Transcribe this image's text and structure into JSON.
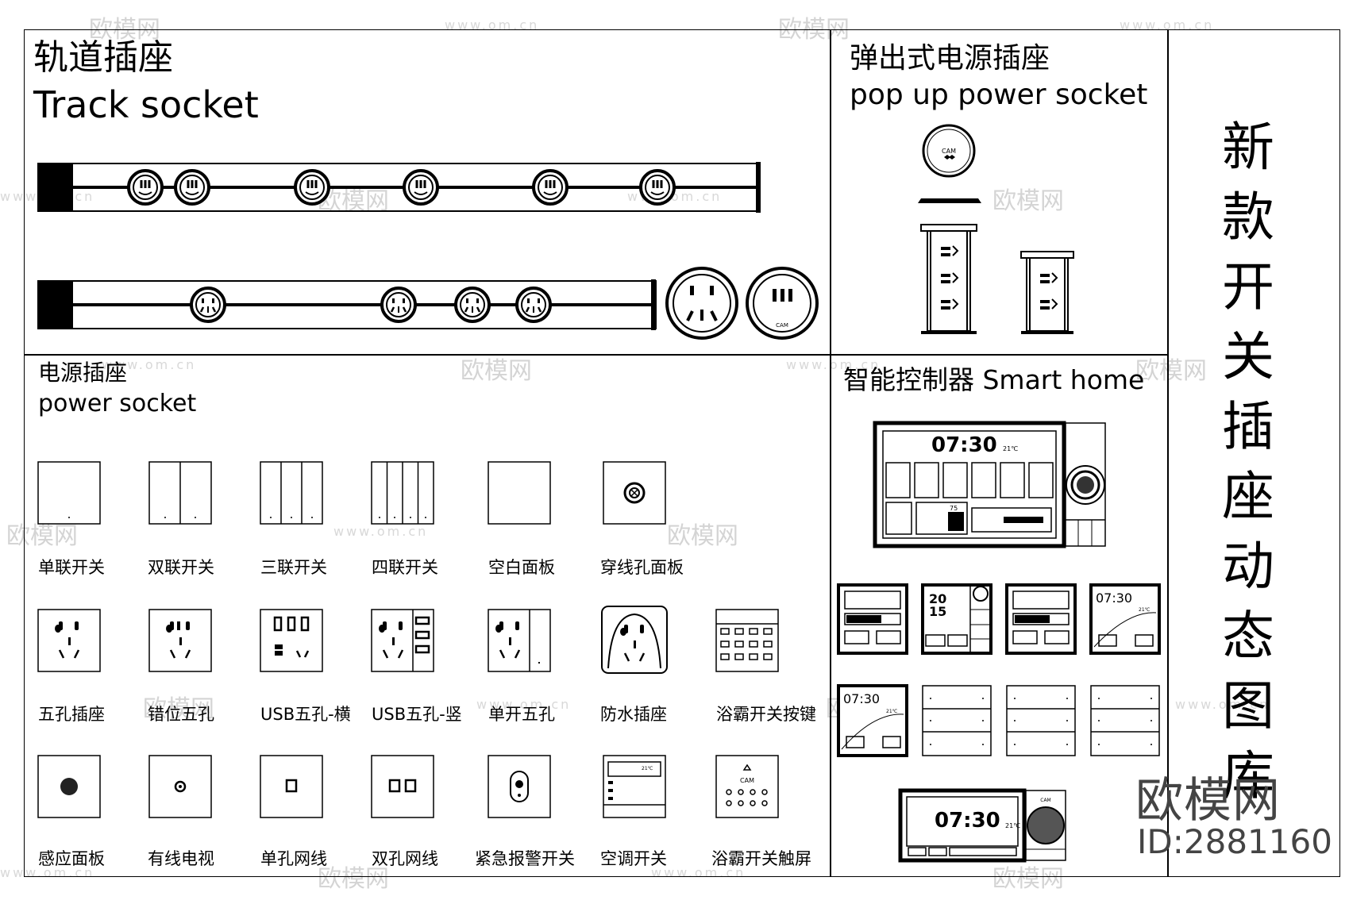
{
  "main_title": {
    "cn": "新款开关插座动态图库"
  },
  "brand": {
    "name": "欧模网",
    "id": "ID:2881160"
  },
  "watermark": {
    "text": "欧模网",
    "url": "www.om.cn"
  },
  "sections": {
    "track": {
      "cn": "轨道插座",
      "en": "Track socket"
    },
    "popup": {
      "cn": "弹出式电源插座",
      "en": "pop up power socket"
    },
    "power": {
      "cn": "电源插座",
      "en": "power socket"
    },
    "smart": {
      "title": "智能控制器 Smart home"
    }
  },
  "power_labels": {
    "row1": [
      "单联开关",
      "双联开关",
      "三联开关",
      "四联开关",
      "空白面板",
      "穿线孔面板"
    ],
    "row2": [
      "五孔插座",
      "错位五孔",
      "USB五孔-横",
      "USB五孔-竖",
      "单开五孔",
      "防水插座",
      "浴霸开关按键"
    ],
    "row3": [
      "感应面板",
      "有线电视",
      "单孔网线",
      "双孔网线",
      "紧急报警开关",
      "空调开关",
      "浴霸开关触屏"
    ]
  },
  "device_text": {
    "cam": "CAM",
    "time": "07:30",
    "temp": "21℃",
    "temp_small": "21℃",
    "year": "20\n15",
    "year_a": "20",
    "year_b": "15",
    "level": "75"
  },
  "colors": {
    "line": "#000000",
    "watermark": "#d4d4d4",
    "brand": "#444444"
  }
}
